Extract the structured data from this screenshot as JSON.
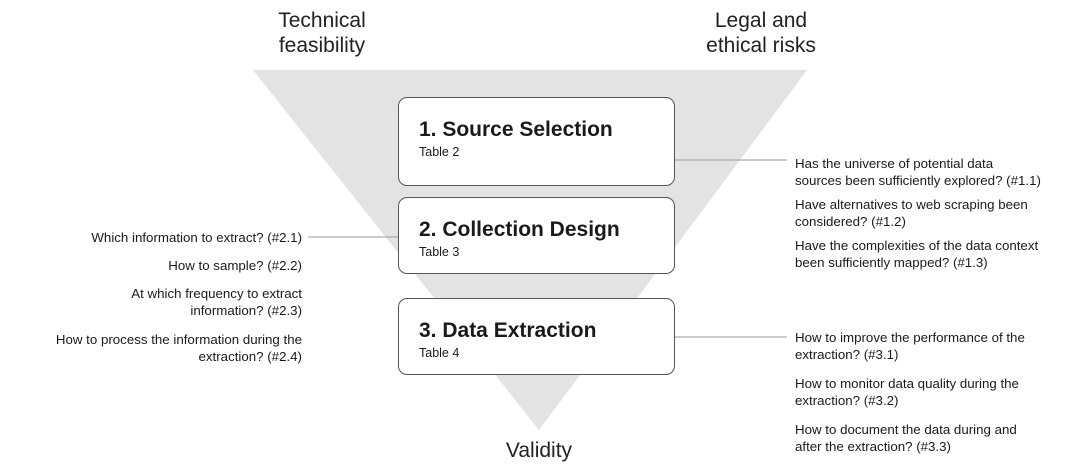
{
  "corners": {
    "top_left": "Technical\nfeasibility",
    "top_right": "Legal and\nethical risks",
    "bottom": "Validity"
  },
  "stages": [
    {
      "title": "1. Source Selection",
      "table": "Table 2"
    },
    {
      "title": "2. Collection Design",
      "table": "Table 3"
    },
    {
      "title": "3. Data Extraction",
      "table": "Table 4"
    }
  ],
  "questions": {
    "source_selection": [
      "Has the universe of potential data\nsources been sufficiently explored? (#1.1)",
      "Have alternatives to web scraping been\nconsidered? (#1.2)",
      "Have the complexities of the data context\nbeen sufficiently mapped? (#1.3)"
    ],
    "collection_design": [
      "Which information to extract? (#2.1)",
      "How to sample? (#2.2)",
      "At which frequency to extract\ninformation? (#2.3)",
      "How to process the information during the\nextraction? (#2.4)"
    ],
    "data_extraction": [
      "How to improve the performance of the\nextraction? (#3.1)",
      "How to monitor data quality during the\nextraction? (#3.2)",
      "How to document the data during and\nafter the extraction? (#3.3)"
    ]
  },
  "colors": {
    "funnel_fill": "#e3e3e3",
    "box_border": "#555555",
    "connector": "#9a9a9a"
  }
}
